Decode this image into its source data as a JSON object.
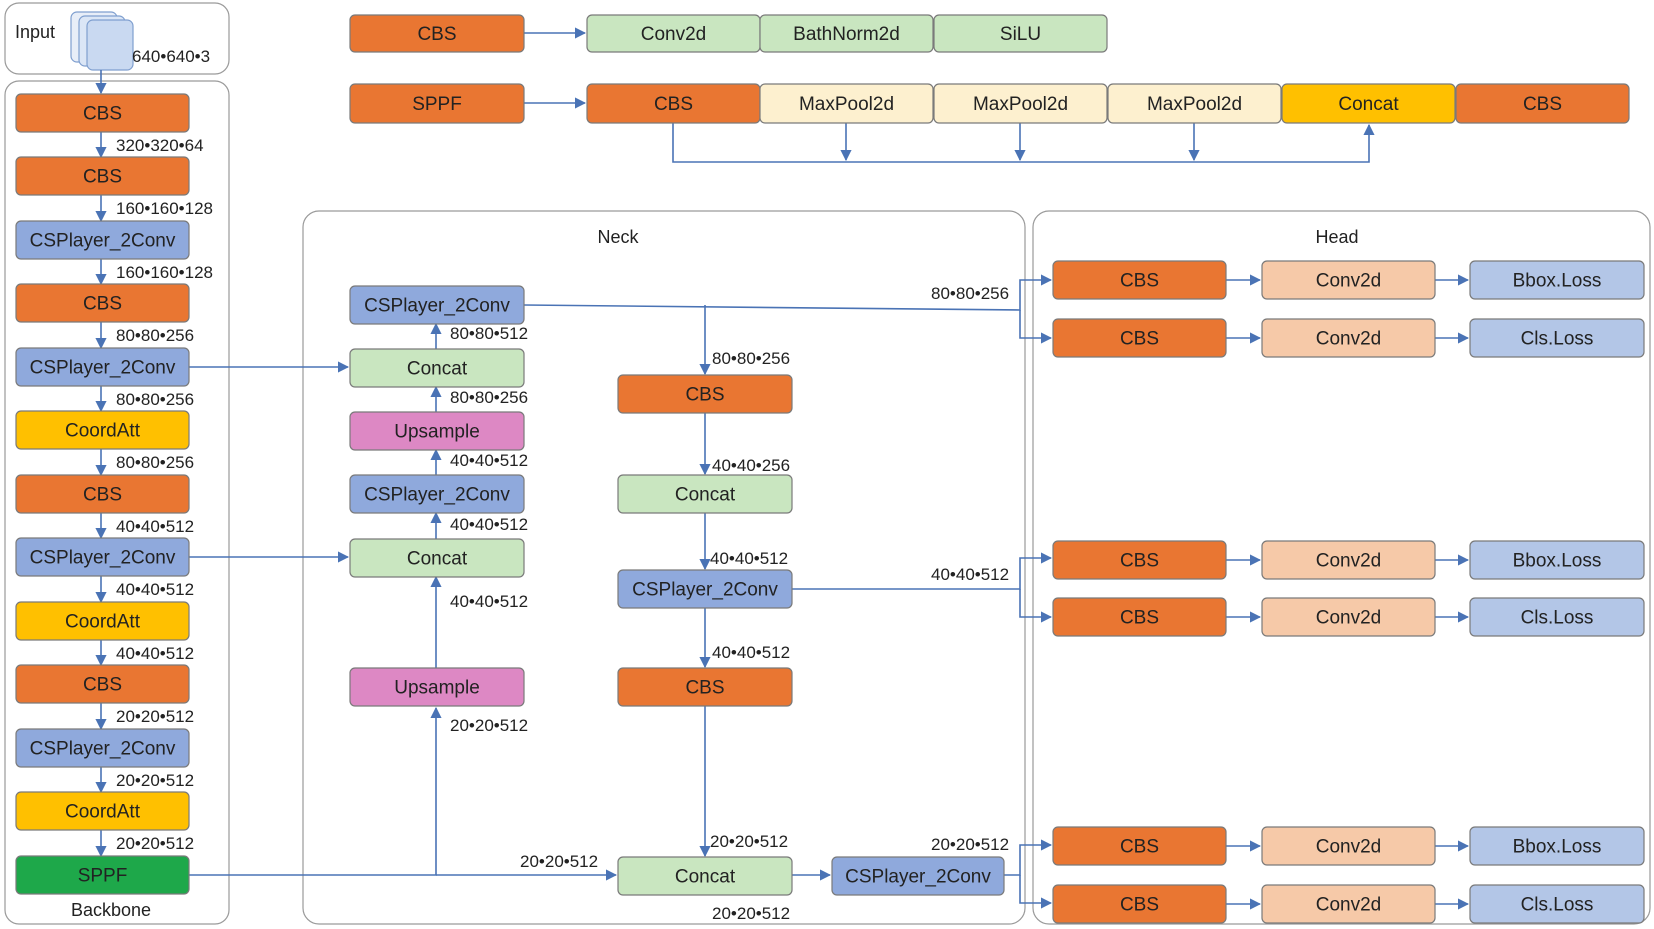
{
  "colors": {
    "cbs": "#e97632",
    "csp": "#8fa9dc",
    "coord": "#ffc000",
    "sppf_green": "#1ea84a",
    "concat": "#c9e6c0",
    "upsample": "#dd88c4",
    "maxpool": "#fdf0cf",
    "conv_head": "#f6c9a8",
    "loss": "#b3c6e7",
    "line": "#4a73b5"
  },
  "sections": {
    "backbone": "Backbone",
    "neck": "Neck",
    "head": "Head"
  },
  "input": {
    "label": "Input",
    "dims": "640•640•3"
  },
  "legend": {
    "cbs": {
      "name": "CBS",
      "parts": [
        "Conv2d",
        "BathNorm2d",
        "SiLU"
      ]
    },
    "sppf": {
      "name": "SPPF",
      "parts": [
        "CBS",
        "MaxPool2d",
        "MaxPool2d",
        "MaxPool2d",
        "Concat",
        "CBS"
      ]
    }
  },
  "backbone": {
    "blocks": [
      "CBS",
      "CBS",
      "CSPlayer_2Conv",
      "CBS",
      "CSPlayer_2Conv",
      "CoordAtt",
      "CBS",
      "CSPlayer_2Conv",
      "CoordAtt",
      "CBS",
      "CSPlayer_2Conv",
      "CoordAtt",
      "SPPF"
    ],
    "dims": [
      "320•320•64",
      "160•160•128",
      "160•160•128",
      "80•80•256",
      "80•80•256",
      "80•80•256",
      "40•40•512",
      "40•40•512",
      "40•40•512",
      "20•20•512",
      "20•20•512",
      "20•20•512"
    ]
  },
  "neck": {
    "blocks": {
      "csp_top": "CSPlayer_2Conv",
      "concat_1": "Concat",
      "upsample_1": "Upsample",
      "csp_mid": "CSPlayer_2Conv",
      "concat_2": "Concat",
      "upsample_2": "Upsample",
      "cbs_1": "CBS",
      "concat_3": "Concat",
      "csp_right": "CSPlayer_2Conv",
      "cbs_2": "CBS",
      "concat_4": "Concat",
      "csp_bottom": "CSPlayer_2Conv"
    },
    "dims": {
      "csp_top_in": "80•80•512",
      "concat_1_in": "80•80•256",
      "upsample_1_in": "40•40•512",
      "csp_mid_in": "40•40•512",
      "concat_2_in": "40•40•512",
      "upsample_2_in": "20•20•512",
      "cbs_1_in": "80•80•256",
      "concat_3_in": "40•40•256",
      "csp_right_in": "40•40•512",
      "cbs_2_out": "40•40•512",
      "concat_4_top": "20•20•512",
      "concat_4_left": "20•20•512",
      "concat_4_bottom": "20•20•512"
    }
  },
  "head": {
    "scale_dims": [
      "80•80•256",
      "40•40•512",
      "20•20•512"
    ],
    "rows": [
      [
        "CBS",
        "Conv2d",
        "Bbox.Loss"
      ],
      [
        "CBS",
        "Conv2d",
        "Cls.Loss"
      ],
      [
        "CBS",
        "Conv2d",
        "Bbox.Loss"
      ],
      [
        "CBS",
        "Conv2d",
        "Cls.Loss"
      ],
      [
        "CBS",
        "Conv2d",
        "Bbox.Loss"
      ],
      [
        "CBS",
        "Conv2d",
        "Cls.Loss"
      ]
    ]
  }
}
